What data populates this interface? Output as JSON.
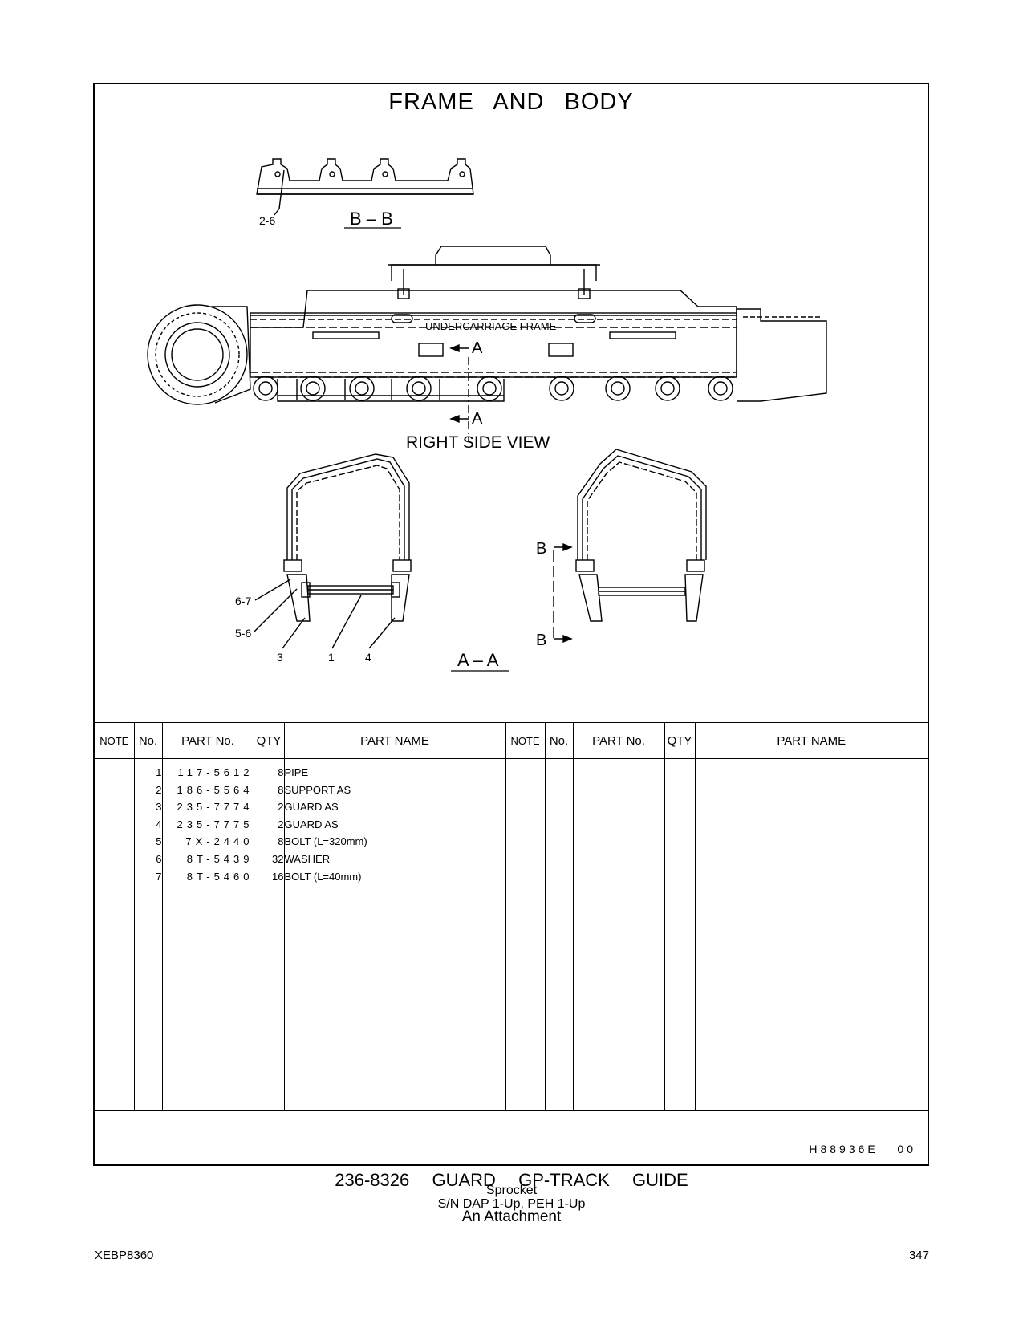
{
  "header": {
    "title": "FRAME AND BODY"
  },
  "drawing": {
    "section_bb": "B – B",
    "section_aa": "A – A",
    "view_title": "RIGHT SIDE VIEW",
    "frame_label": "UNDERCARRIAGE FRAME",
    "mark_a": "A",
    "mark_b": "B",
    "callouts": [
      "2-6",
      "6-7",
      "5-6",
      "3",
      "1",
      "4"
    ]
  },
  "table": {
    "headers": [
      "NOTE",
      "No.",
      "PART No.",
      "QTY",
      "PART NAME"
    ],
    "rows": [
      {
        "no": "1",
        "part_no": "117-5612",
        "qty": "8",
        "name": "PIPE"
      },
      {
        "no": "2",
        "part_no": "186-5564",
        "qty": "8",
        "name": "SUPPORT  AS"
      },
      {
        "no": "3",
        "part_no": "235-7774",
        "qty": "2",
        "name": "GUARD  AS"
      },
      {
        "no": "4",
        "part_no": "235-7775",
        "qty": "2",
        "name": "GUARD  AS"
      },
      {
        "no": "5",
        "part_no": "7X-2440",
        "qty": "8",
        "name": "BOLT (L=320mm)"
      },
      {
        "no": "6",
        "part_no": "8T-5439",
        "qty": "32",
        "name": "WASHER"
      },
      {
        "no": "7",
        "part_no": "8T-5460",
        "qty": "16",
        "name": "BOLT (L=40mm)"
      }
    ]
  },
  "drawing_code": "H88936E   00",
  "caption": {
    "main": "236-8326  GUARD  GP-TRACK  GUIDE",
    "line2": "Sprocket",
    "line3": "S/N DAP 1-Up, PEH 1-Up",
    "line4": "An Attachment"
  },
  "footer": {
    "doc_id": "XEBP8360",
    "page": "347"
  }
}
